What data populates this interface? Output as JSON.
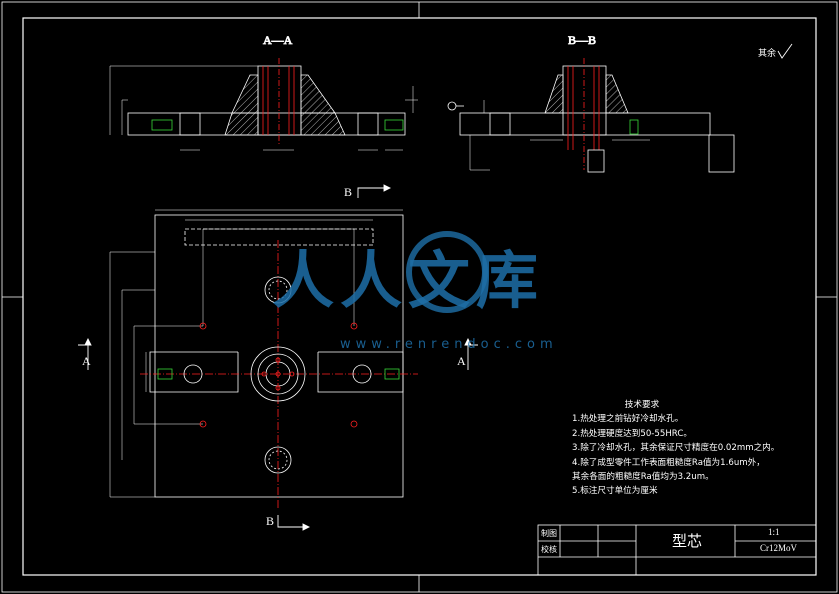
{
  "views": {
    "section_aa": "A—A",
    "section_bb": "B—B",
    "arrow_b_top": "B",
    "arrow_b_bottom": "B",
    "arrow_a_left": "A",
    "arrow_a_right": "A"
  },
  "surface_finish": "其余",
  "watermark": {
    "cn": "人人文库",
    "url": "www.renrendoc.com"
  },
  "tech_notes": {
    "heading": "技术要求",
    "items": [
      "1.热处理之前钻好冷却水孔。",
      "2.热处理硬度达到50-55HRC。",
      "3.除了冷却水孔，其余保证尺寸精度在0.02mm之内。",
      "4.除了成型零件工作表面粗糙度Ra值为1.6um外，",
      "其余各面的粗糙度Ra值均为3.2um。",
      "5.标注尺寸单位为厘米"
    ]
  },
  "title_block": {
    "drawn_label": "制图",
    "checked_label": "校核",
    "part_name": "型芯",
    "scale": "1:1",
    "material": "Cr12MoV"
  },
  "colors": {
    "background": "#000000",
    "lines": "#ffffff",
    "center_lines": "#ff2020",
    "hatch": "#ffffff",
    "accent_green": "#39d639",
    "watermark": "#1e6fa8"
  }
}
